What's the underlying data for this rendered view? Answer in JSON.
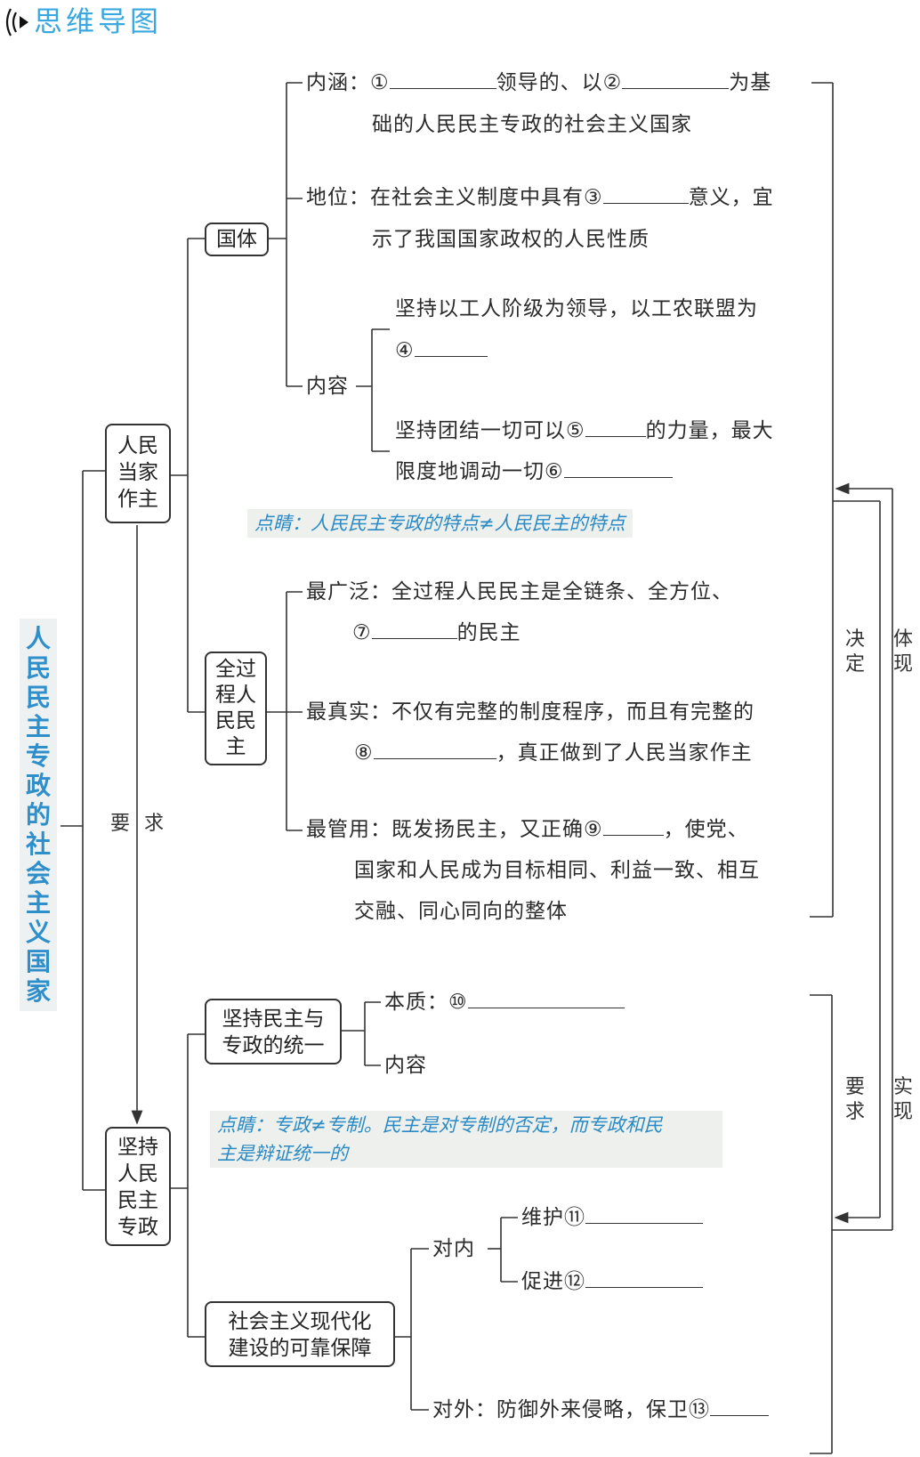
{
  "header": {
    "title": "思维导图",
    "icon": "speaker-wave-icon"
  },
  "root": {
    "title": "人民民主专政的社会主义国家"
  },
  "branch1": {
    "label": "人民当家作主",
    "lines": [
      "人民",
      "当家",
      "作主"
    ],
    "link_label": [
      "要",
      "求"
    ],
    "guoti": {
      "label": "国体",
      "neihan": {
        "prefix": "内涵：①",
        "mid": "领导的、以②",
        "end": "为基",
        "line2": "础的人民民主专政的社会主义国家"
      },
      "diwei": {
        "prefix": "地位：在社会主义制度中具有③",
        "end": "意义，宜",
        "line2": "示了我国国家政权的人民性质"
      },
      "neirong": {
        "label": "内容",
        "item1_line1": "坚持以工人阶级为领导，以工农联盟为",
        "item1_line2": "④",
        "item2_line1_prefix": "坚持团结一切可以⑤",
        "item2_line1_end": "的力量，最大",
        "item2_line2": "限度地调动一切⑥"
      }
    },
    "tip": "点睛：人民民主专政的特点≠人民民主的特点",
    "quanguocheng": {
      "label": "全过程人民民主",
      "lines": [
        "全过",
        "程人",
        "民民",
        "主"
      ],
      "zuiguangfan": {
        "line1": "最广泛：全过程人民民主是全链条、全方位、",
        "line2_prefix": "⑦",
        "line2_end": "的民主"
      },
      "zuizhenshi": {
        "line1": "最真实：不仅有完整的制度程序，而且有完整的",
        "line2_prefix": "⑧",
        "line2_end": "，真正做到了人民当家作主"
      },
      "zuiguanyong": {
        "line1_prefix": "最管用：既发扬民主，又正确⑨",
        "line1_end": "，使党、",
        "line2": "国家和人民成为目标相同、利益一致、相互",
        "line3": "交融、同心同向的整体"
      }
    }
  },
  "branch2": {
    "label": "坚持人民民主专政",
    "lines": [
      "坚持",
      "人民",
      "民主",
      "专政"
    ],
    "tongyi": {
      "label": "坚持民主与专政的统一",
      "lines": [
        "坚持民主与",
        "专政的统一"
      ],
      "benzhi": "本质：⑩",
      "neirong": "内容"
    },
    "tip_line1": "点睛：专政≠专制。民主是对专制的否定，而专政和民",
    "tip_line2": "主是辩证统一的",
    "baozhang": {
      "label": "社会主义现代化建设的可靠保障",
      "lines": [
        "社会主义现代化",
        "建设的可靠保障"
      ],
      "duinei": {
        "label": "对内",
        "item1": "维护⑪",
        "item2": "促进⑫"
      },
      "duiwai": "对外：防御外来侵略，保卫⑬"
    }
  },
  "right_relations": {
    "juedin": [
      "决",
      "定"
    ],
    "tixian": [
      "体",
      "现"
    ],
    "yaoqiu": [
      "要",
      "求"
    ],
    "shixian": [
      "实",
      "现"
    ]
  },
  "colors": {
    "accent_blue": "#3aa8e0",
    "tip_text": "#2a8ac4",
    "tip_bg": "#eef0ee",
    "line": "#333333"
  }
}
